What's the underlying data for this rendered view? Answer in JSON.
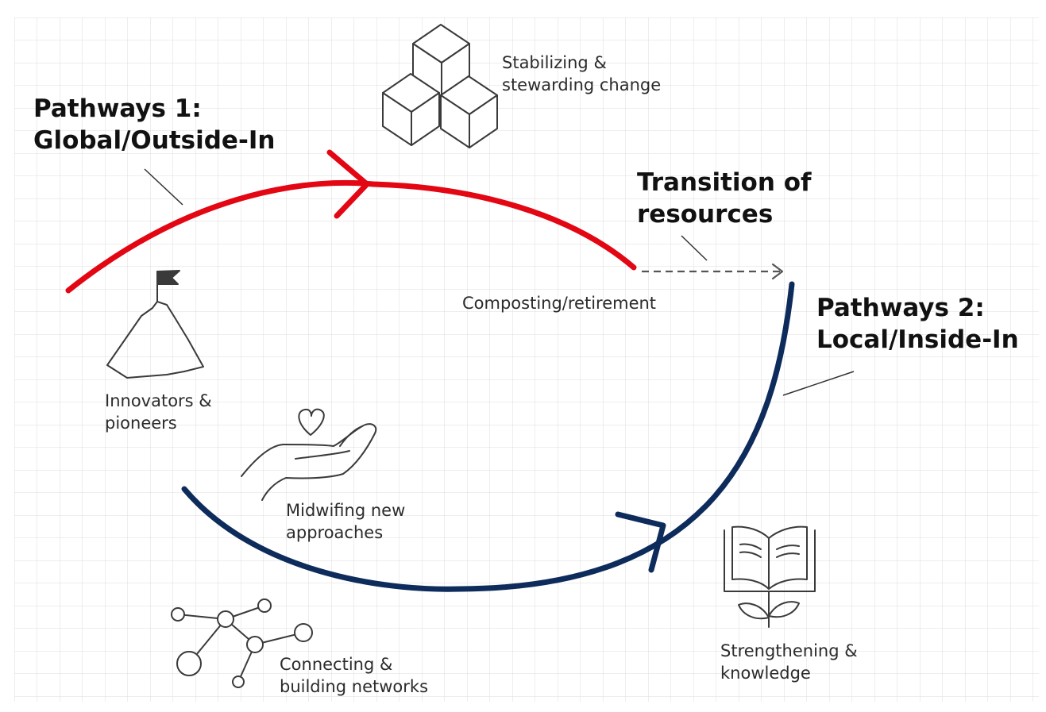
{
  "colors": {
    "pathway_1": "#e30613",
    "pathway_2": "#0d2b5b",
    "icon_stroke": "#3a3a3a",
    "grid": "#dcdcdc",
    "text": "#222222"
  },
  "headings": {
    "pathway_1": {
      "line1": "Pathways 1:",
      "line2": "Global/Outside-In"
    },
    "pathway_2": {
      "line1": "Pathways 2:",
      "line2": "Local/Inside-In"
    },
    "transition": {
      "line1": "Transition of",
      "line2": "resources"
    }
  },
  "stages": {
    "stabilizing": {
      "line1": "Stabilizing &",
      "line2": "stewarding change",
      "icon": "cubes-icon"
    },
    "composting": {
      "line1": "Composting/retirement"
    },
    "innovators": {
      "line1": "Innovators &",
      "line2": "pioneers",
      "icon": "mountain-flag-icon"
    },
    "midwifing": {
      "line1": "Midwifing new",
      "line2": "approaches",
      "icon": "hand-heart-icon"
    },
    "connecting": {
      "line1": "Connecting &",
      "line2": "building networks",
      "icon": "network-icon"
    },
    "strengthening": {
      "line1": "Strengthening &",
      "line2": "knowledge",
      "icon": "book-plant-icon"
    }
  }
}
